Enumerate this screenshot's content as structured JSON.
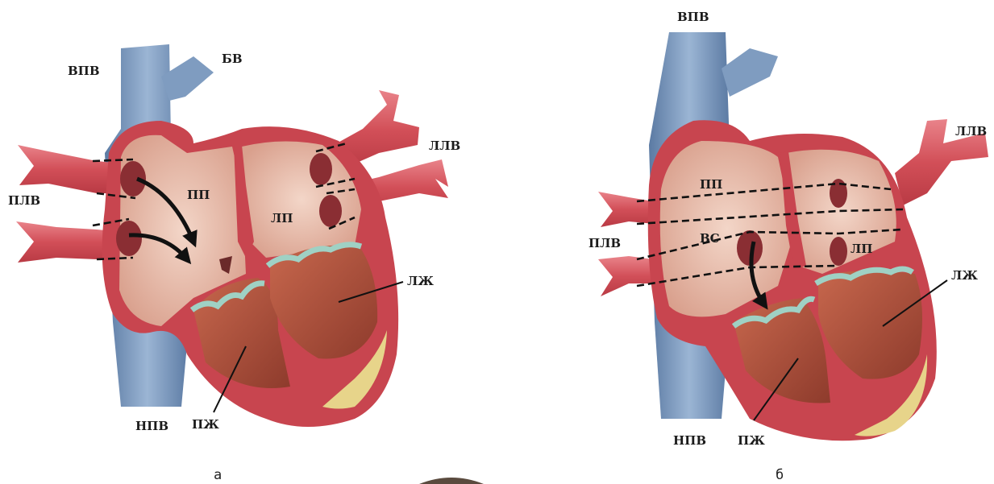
{
  "panel_a": {
    "caption": "а",
    "labels": {
      "svc": "ВПВ",
      "bv": "БВ",
      "prpv": "ПЛВ",
      "lpv": "ЛЛВ",
      "ra": "ПП",
      "la": "ЛП",
      "lv": "ЛЖ",
      "rv": "ПЖ",
      "ivc": "НПВ"
    }
  },
  "panel_b": {
    "caption": "б",
    "labels": {
      "svc": "ВПВ",
      "lpv": "ЛЛВ",
      "ra": "ПП",
      "prpv": "ПЛВ",
      "vs": "ВС",
      "la": "ЛП",
      "lv": "ЛЖ",
      "ivc": "НПВ",
      "rv": "ПЖ"
    }
  },
  "colors": {
    "vein_blue": "#7f9cc0",
    "vein_blue_dark": "#5b7aa3",
    "vessel_red": "#d9585f",
    "wall_red": "#c8454f",
    "chamber_fill": "#e9b8a8",
    "muscle": "#b5523f",
    "valve_teal": "#9fd1c4",
    "fat_yellow": "#e7d48a"
  }
}
